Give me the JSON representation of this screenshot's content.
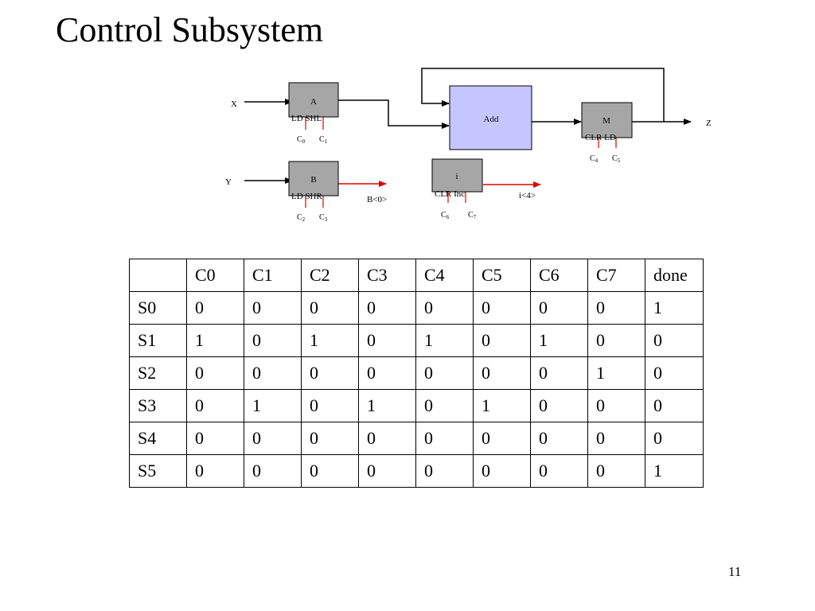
{
  "title": "Control Subsystem",
  "page_number": "11",
  "diagram": {
    "inputs": {
      "x": "X",
      "y": "Y"
    },
    "output": "Z",
    "blocks": {
      "a": {
        "name": "A",
        "controls": "LD SHL",
        "c_left": "C",
        "c_left_sub": "0",
        "c_right": "C",
        "c_right_sub": "1"
      },
      "b": {
        "name": "B",
        "controls": "LD SHR",
        "c_left": "C",
        "c_left_sub": "2",
        "c_right": "C",
        "c_right_sub": "3",
        "out_label": "B<0>"
      },
      "add": {
        "name": "Add"
      },
      "m": {
        "name": "M",
        "controls": "CLR LD",
        "c_left": "C",
        "c_left_sub": "4",
        "c_right": "C",
        "c_right_sub": "5"
      },
      "i": {
        "name": "i",
        "controls": "CLR Inc",
        "c_left": "C",
        "c_left_sub": "6",
        "c_right": "C",
        "c_right_sub": "7",
        "out_label": "i<4>"
      }
    },
    "colors": {
      "register_fill": "#a6a6a6",
      "adder_fill": "#c6c6ff",
      "status_signal": "#e00000"
    }
  },
  "table": {
    "headers": [
      "",
      "C0",
      "C1",
      "C2",
      "C3",
      "C4",
      "C5",
      "C6",
      "C7",
      "done"
    ],
    "rows": [
      [
        "S0",
        "0",
        "0",
        "0",
        "0",
        "0",
        "0",
        "0",
        "0",
        "1"
      ],
      [
        "S1",
        "1",
        "0",
        "1",
        "0",
        "1",
        "0",
        "1",
        "0",
        "0"
      ],
      [
        "S2",
        "0",
        "0",
        "0",
        "0",
        "0",
        "0",
        "0",
        "1",
        "0"
      ],
      [
        "S3",
        "0",
        "1",
        "0",
        "1",
        "0",
        "1",
        "0",
        "0",
        "0"
      ],
      [
        "S4",
        "0",
        "0",
        "0",
        "0",
        "0",
        "0",
        "0",
        "0",
        "0"
      ],
      [
        "S5",
        "0",
        "0",
        "0",
        "0",
        "0",
        "0",
        "0",
        "0",
        "1"
      ]
    ]
  }
}
